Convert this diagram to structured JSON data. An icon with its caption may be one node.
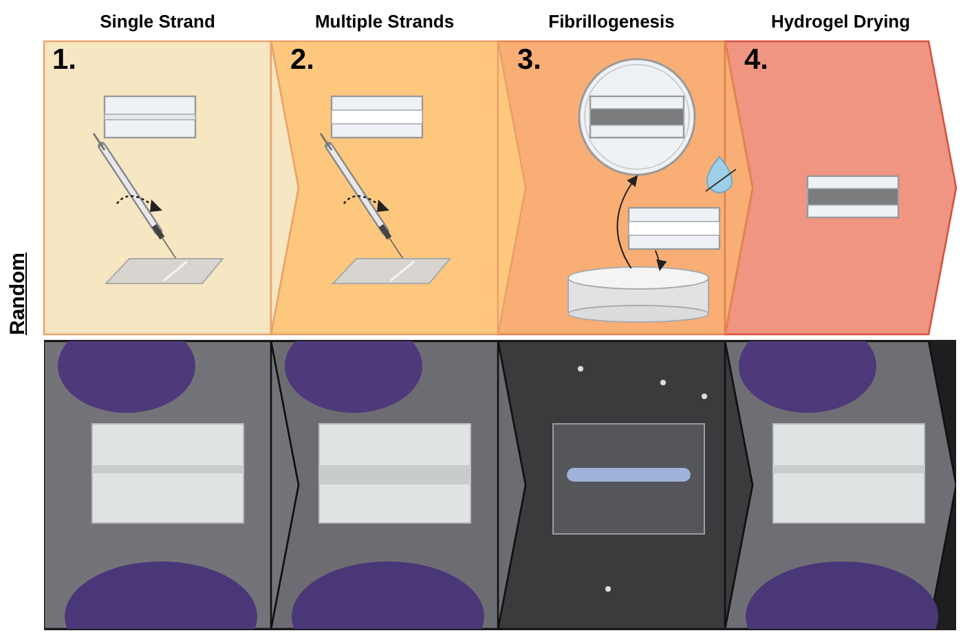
{
  "diagram": {
    "nodes": [
      {
        "text": [
          "Single Strand",
          "1."
        ]
      },
      {
        "text": [
          "Multiple Strands",
          "2."
        ]
      },
      {
        "text": [
          "Fibrillogenesis",
          "3."
        ]
      },
      {
        "text": [
          "Hydrogel Drying",
          "4."
        ]
      },
      {
        "text": [],
        "shape": "cylinder",
        "in": 2
      },
      {
        "text": [],
        "shape": "circle",
        "in": 2
      },
      {
        "text": [],
        "shape": "box",
        "in": 2
      },
      {
        "text": [],
        "shape": "picture"
      },
      {
        "text": [],
        "shape": "picture"
      },
      {
        "text": [],
        "shape": "picture"
      },
      {
        "text": [],
        "shape": "picture"
      }
    ],
    "edges": [
      {
        "from": 4,
        "to": 5,
        "arrow": "to"
      },
      {
        "from": 6,
        "to": 4,
        "arrow": "to"
      }
    ],
    "labels": [
      "Random"
    ]
  }
}
